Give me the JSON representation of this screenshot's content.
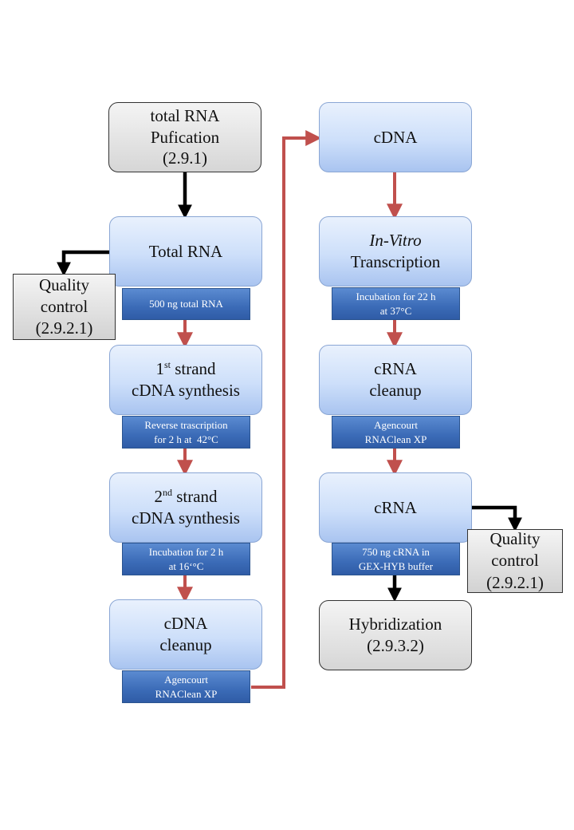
{
  "nodes": {
    "total_rna_purification": [
      "total RNA",
      "Pufication",
      "(2.9.1)"
    ],
    "total_rna": "Total RNA",
    "first_strand": {
      "num": "1",
      "sup": "st",
      "rest": " strand",
      "line2": "cDNA synthesis"
    },
    "second_strand": {
      "num": "2",
      "sup": "nd",
      "rest": " strand",
      "line2": "cDNA synthesis"
    },
    "cdna_cleanup": [
      "cDNA",
      "cleanup"
    ],
    "cdna": "cDNA",
    "in_vitro": {
      "italic": "In-Vitro",
      "line2": "Transcription"
    },
    "crna_cleanup": [
      "cRNA",
      "cleanup"
    ],
    "crna": "cRNA",
    "hybridization": [
      "Hybridization",
      "(2.9.3.2)"
    ],
    "qc_left": [
      "Quality",
      "control",
      "(2.9.2.1)"
    ],
    "qc_right": [
      "Quality",
      "control",
      "(2.9.2.1)"
    ]
  },
  "notes": {
    "total_rna": [
      "500 ng total RNA"
    ],
    "first_strand": [
      "Reverse trascription",
      "for 2 h at  42°C"
    ],
    "second_strand": [
      "Incubation for 2 h",
      "at 16‘°C"
    ],
    "cdna_cleanup": [
      "Agencourt",
      "RNAClean XP"
    ],
    "in_vitro": [
      "Incubation for 22 h",
      "at 37°C"
    ],
    "crna_cleanup": [
      "Agencourt",
      "RNAClean XP"
    ],
    "crna": [
      "750 ng cRNA in",
      "GEX-HYB buffer"
    ]
  },
  "colors": {
    "flow_arrow": "#c0504d",
    "branch_arrow": "#000000"
  }
}
